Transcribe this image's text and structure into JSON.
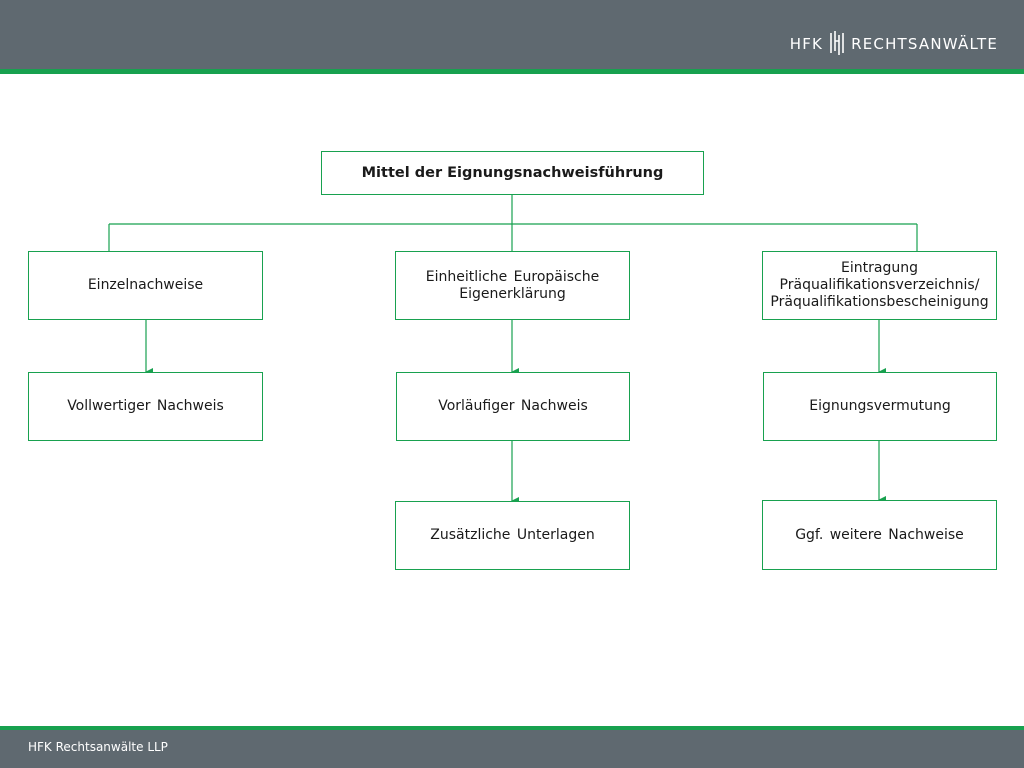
{
  "header": {
    "logo_left": "HFK",
    "logo_right": "RECHTSANWÄLTE",
    "brand_color": "#5f6970",
    "accent_color": "#18a14f"
  },
  "footer": {
    "text": "HFK Rechtsanwälte LLP"
  },
  "diagram": {
    "root": {
      "label": "Mittel der Eignungsnachweisführung"
    },
    "columns": [
      {
        "category": "Einzelnachweise",
        "children": [
          "Vollwertiger  Nachweis"
        ]
      },
      {
        "category": "Einheitliche  Europäische\nEigenerklärung",
        "children": [
          "Vorläufiger  Nachweis",
          "Zusätzliche  Unterlagen"
        ]
      },
      {
        "category": "Eintragung\nPräqualifikationsverzeichnis/\nPräqualifikationsbescheinigung",
        "children": [
          "Eignungsvermutung",
          "Ggf. weitere  Nachweise"
        ]
      }
    ]
  }
}
